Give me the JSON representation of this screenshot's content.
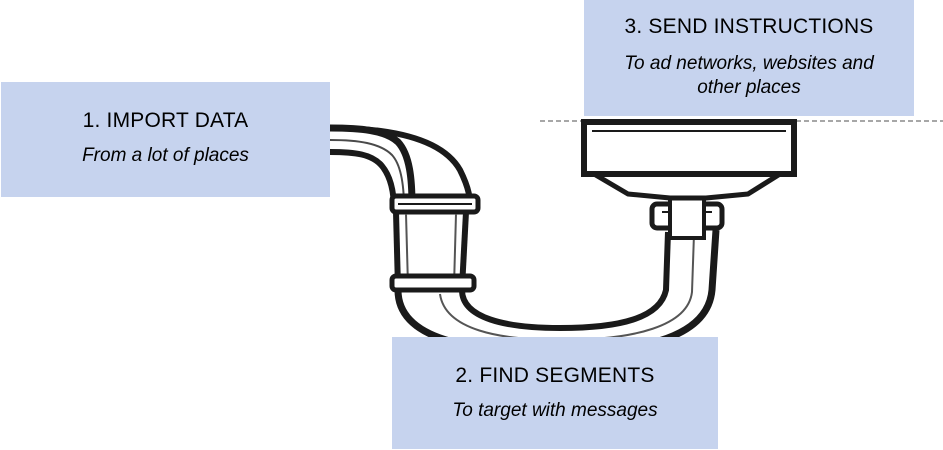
{
  "steps": [
    {
      "title": "1. IMPORT DATA",
      "subtitle": "From a lot of places"
    },
    {
      "title": "2. FIND SEGMENTS",
      "subtitle": "To target with messages"
    },
    {
      "title": "3. SEND INSTRUCTIONS",
      "subtitle": "To ad networks, websites and other places"
    }
  ],
  "colors": {
    "box_fill": "#c6d3ee",
    "pipe_stroke": "#1a1a1a",
    "pipe_fill": "#ffffff",
    "dashed_line": "#8a8a8a"
  },
  "icons": [
    "p-trap-pipe-icon"
  ]
}
